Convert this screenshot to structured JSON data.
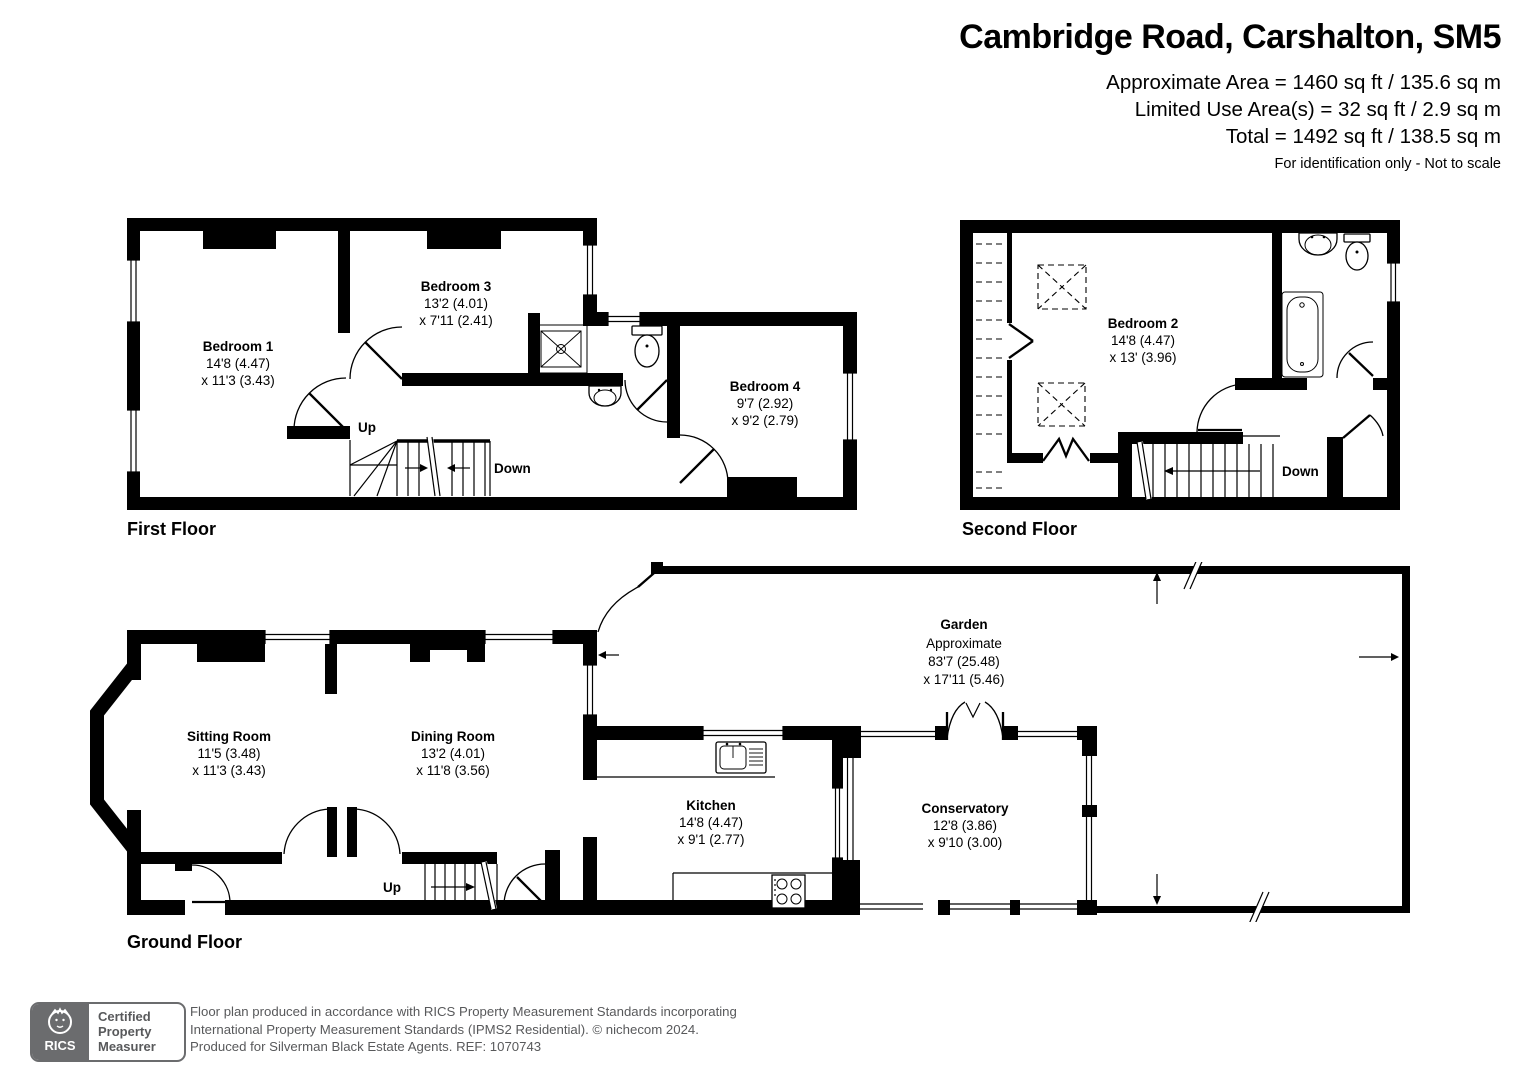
{
  "header": {
    "title": "Cambridge Road, Carshalton, SM5",
    "area_line1": "Approximate Area = 1460 sq ft / 135.6 sq m",
    "area_line2": "Limited Use Area(s) = 32 sq ft / 2.9 sq m",
    "area_line3": "Total = 1492 sq ft / 138.5 sq m",
    "disclaimer": "For identification only - Not to scale"
  },
  "plans": {
    "first": {
      "label": "First Floor",
      "bedroom1": {
        "name": "Bedroom 1",
        "d1": "14'8 (4.47)",
        "d2": "x 11'3 (3.43)"
      },
      "bedroom3": {
        "name": "Bedroom 3",
        "d1": "13'2 (4.01)",
        "d2": "x 7'11 (2.41)"
      },
      "bedroom4": {
        "name": "Bedroom 4",
        "d1": "9'7 (2.92)",
        "d2": "x 9'2 (2.79)"
      },
      "up": "Up",
      "down": "Down"
    },
    "second": {
      "label": "Second Floor",
      "bedroom2": {
        "name": "Bedroom 2",
        "d1": "14'8 (4.47)",
        "d2": "x 13' (3.96)"
      },
      "down": "Down"
    },
    "ground": {
      "label": "Ground Floor",
      "sitting": {
        "name": "Sitting Room",
        "d1": "11'5 (3.48)",
        "d2": "x 11'3 (3.43)"
      },
      "dining": {
        "name": "Dining Room",
        "d1": "13'2 (4.01)",
        "d2": "x 11'8 (3.56)"
      },
      "kitchen": {
        "name": "Kitchen",
        "d1": "14'8 (4.47)",
        "d2": "x 9'1 (2.77)"
      },
      "conservatory": {
        "name": "Conservatory",
        "d1": "12'8 (3.86)",
        "d2": "x 9'10 (3.00)"
      },
      "garden": {
        "name": "Garden",
        "sub": "Approximate",
        "d1": "83'7 (25.48)",
        "d2": "x 17'11 (5.46)"
      },
      "up": "Up"
    }
  },
  "footer": {
    "rics_wordmark": "RICS",
    "badge_line1": "Certified",
    "badge_line2": "Property",
    "badge_line3": "Measurer",
    "line1": "Floor plan produced in accordance with RICS Property Measurement Standards incorporating",
    "line2": "International Property Measurement Standards (IPMS2 Residential).   © nichecom 2024.",
    "line3": "Produced for Silverman Black Estate Agents.   REF: 1070743"
  }
}
